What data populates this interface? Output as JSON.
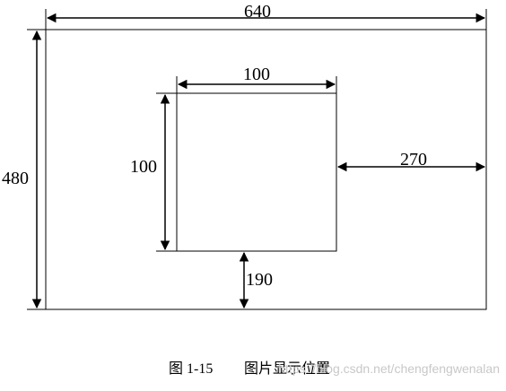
{
  "figure": {
    "outer_width_label": "640",
    "outer_height_label": "480",
    "inner_width_label": "100",
    "inner_height_label": "100",
    "right_gap_label": "270",
    "bottom_gap_label": "190",
    "caption_number": "图 1-15",
    "caption_title": "图片显示位置",
    "watermark": "https://blog.csdn.net/chengfengwenalan"
  }
}
